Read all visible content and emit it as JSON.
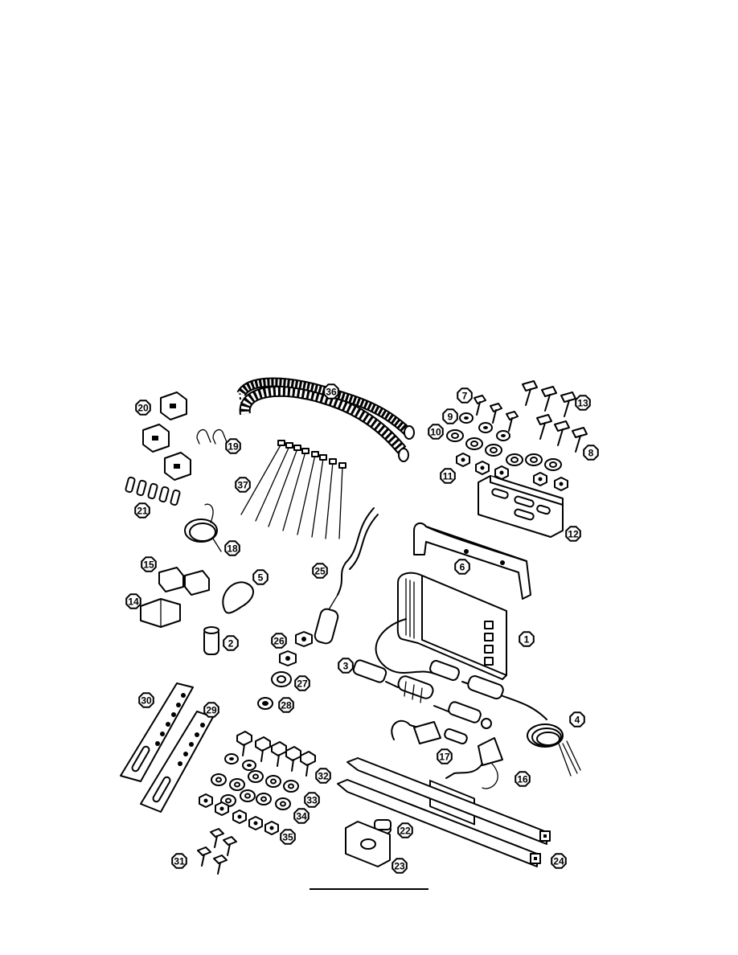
{
  "diagram": {
    "labels": [
      {
        "id": "1"
      },
      {
        "id": "2"
      },
      {
        "id": "3"
      },
      {
        "id": "4"
      },
      {
        "id": "5"
      },
      {
        "id": "6"
      },
      {
        "id": "7"
      },
      {
        "id": "8"
      },
      {
        "id": "9"
      },
      {
        "id": "10"
      },
      {
        "id": "11"
      },
      {
        "id": "12"
      },
      {
        "id": "13"
      },
      {
        "id": "14"
      },
      {
        "id": "15"
      },
      {
        "id": "16"
      },
      {
        "id": "17"
      },
      {
        "id": "18"
      },
      {
        "id": "19"
      },
      {
        "id": "20"
      },
      {
        "id": "21"
      },
      {
        "id": "22"
      },
      {
        "id": "23"
      },
      {
        "id": "24"
      },
      {
        "id": "25"
      },
      {
        "id": "26"
      },
      {
        "id": "27"
      },
      {
        "id": "28"
      },
      {
        "id": "29"
      },
      {
        "id": "30"
      },
      {
        "id": "31"
      },
      {
        "id": "32"
      },
      {
        "id": "33"
      },
      {
        "id": "34"
      },
      {
        "id": "35"
      },
      {
        "id": "36"
      },
      {
        "id": "37"
      }
    ]
  }
}
